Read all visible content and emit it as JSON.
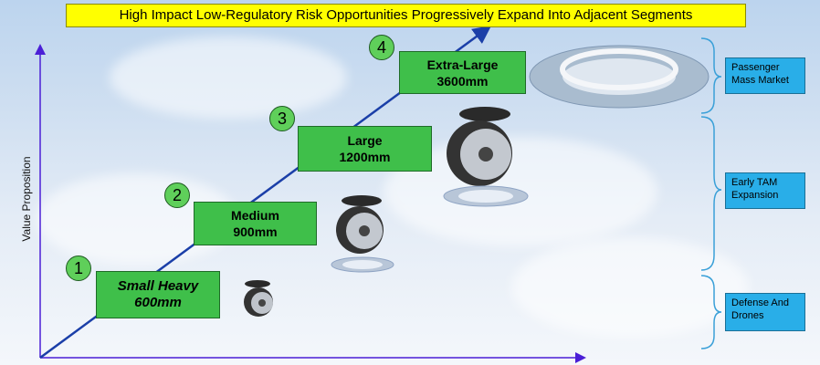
{
  "title": "High Impact Low-Regulatory Risk Opportunities Progressively Expand Into Adjacent Segments",
  "y_axis_label": "Value Proposition",
  "steps": [
    {
      "number": "1",
      "name": "Small Heavy",
      "size": "600mm"
    },
    {
      "number": "2",
      "name": "Medium",
      "size": "900mm"
    },
    {
      "number": "3",
      "name": "Large",
      "size": "1200mm"
    },
    {
      "number": "4",
      "name": "Extra-Large",
      "size": "3600mm"
    }
  ],
  "segments": [
    {
      "label": "Passenger Mass Market"
    },
    {
      "label": "Early TAM Expansion"
    },
    {
      "label": "Defense And Drones"
    }
  ],
  "colors": {
    "title_bg": "#ffff00",
    "step_box": "#3fbf4a",
    "step_circle": "#5fcf5a",
    "segment_box": "#29aee8",
    "axis": "#4b1fd6",
    "staircase": "#1b3fa8",
    "bracket": "#3aa0d8"
  }
}
